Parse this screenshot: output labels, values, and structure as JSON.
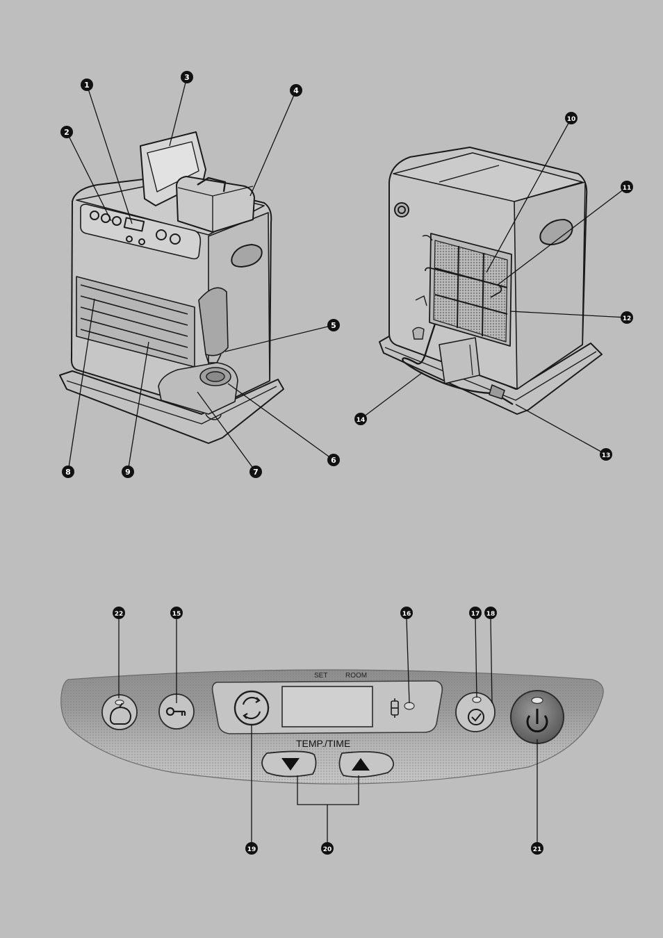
{
  "colors": {
    "background": "#bebebe",
    "ink": "#111111",
    "panel_dark": "#8a8a8a",
    "panel_light": "#c4c4c4",
    "display": "#d0d0d0"
  },
  "callouts": {
    "c1": "1",
    "c2": "2",
    "c3": "3",
    "c4": "4",
    "c5": "5",
    "c6": "6",
    "c7": "7",
    "c8": "8",
    "c9": "9",
    "c10": "10",
    "c11": "11",
    "c12": "12",
    "c13": "13",
    "c14": "14",
    "c15": "15",
    "c16": "16",
    "c17": "17",
    "c18": "18",
    "c19": "19",
    "c20": "20",
    "c21": "21",
    "c22": "22"
  },
  "panel": {
    "set_label": "SET",
    "room_label": "ROOM",
    "temp_time_label": "TEMP./TIME"
  },
  "icons": {
    "child-lock": "key-icon",
    "eco": "piggy-bank-icon",
    "mode": "circular-arrows-icon",
    "timer": "checkmark-circle-icon",
    "power": "power-icon",
    "fuel": "fuel-gauge-icon",
    "down": "triangle-down-icon",
    "up": "triangle-up-icon"
  }
}
